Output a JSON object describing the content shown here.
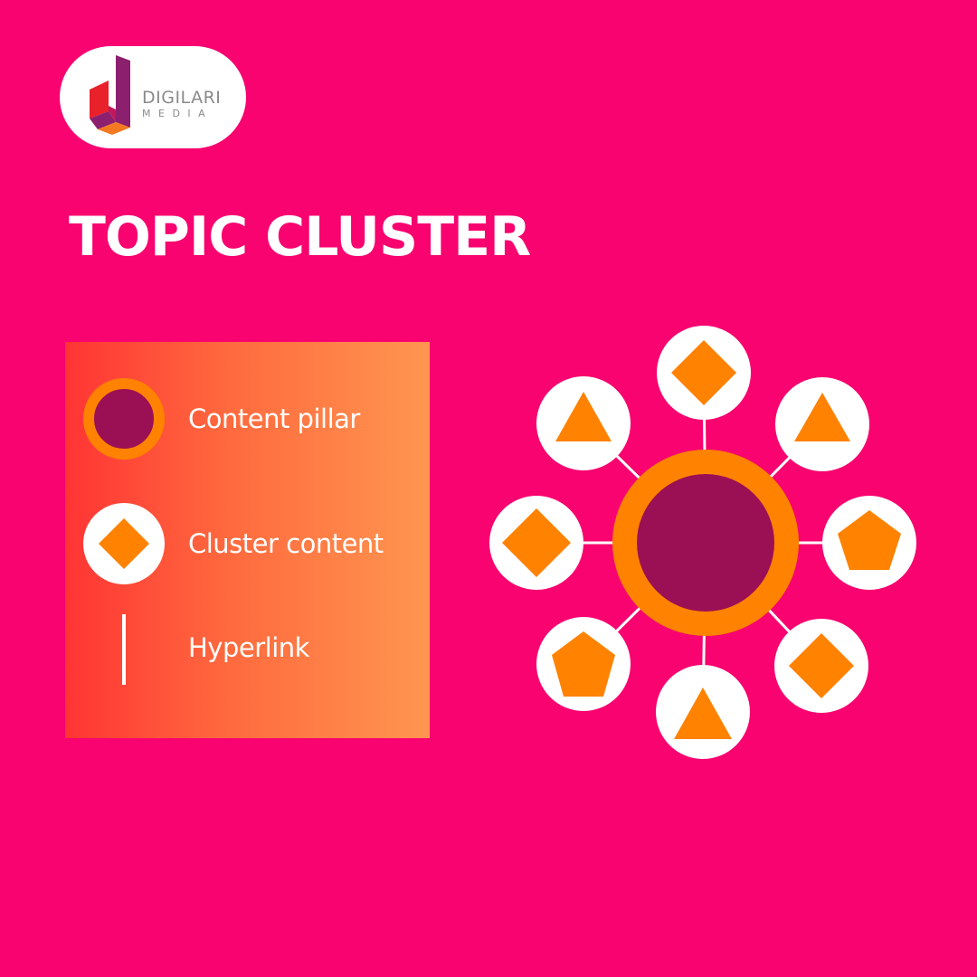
{
  "brand": {
    "name_line1": "DIGILARI",
    "name_line2": "MEDIA",
    "colors": {
      "logo_red": "#e8212b",
      "logo_purple": "#8d1f6f",
      "logo_orange": "#f47920"
    }
  },
  "title": "TOPIC CLUSTER",
  "legend": {
    "items": [
      {
        "icon": "content-pillar-circle-icon",
        "label": "Content pillar"
      },
      {
        "icon": "diamond-icon",
        "label": "Cluster content"
      },
      {
        "icon": "hyperlink-line-icon",
        "label": "Hyperlink"
      }
    ]
  },
  "diagram": {
    "hub": {
      "type": "content-pillar"
    },
    "nodes": [
      {
        "position": "top",
        "shape": "diamond"
      },
      {
        "position": "top-right",
        "shape": "triangle"
      },
      {
        "position": "right",
        "shape": "pentagon"
      },
      {
        "position": "bottom-right",
        "shape": "diamond"
      },
      {
        "position": "bottom",
        "shape": "triangle"
      },
      {
        "position": "bottom-left",
        "shape": "pentagon"
      },
      {
        "position": "left",
        "shape": "diamond"
      },
      {
        "position": "top-left",
        "shape": "triangle"
      }
    ]
  },
  "colors": {
    "background": "#f8036f",
    "pillar_fill": "#9b0f55",
    "accent_orange": "#ff8200",
    "node_white": "#ffffff",
    "legend_gradient_start": "#ff3434",
    "legend_gradient_end": "#ff9650"
  }
}
